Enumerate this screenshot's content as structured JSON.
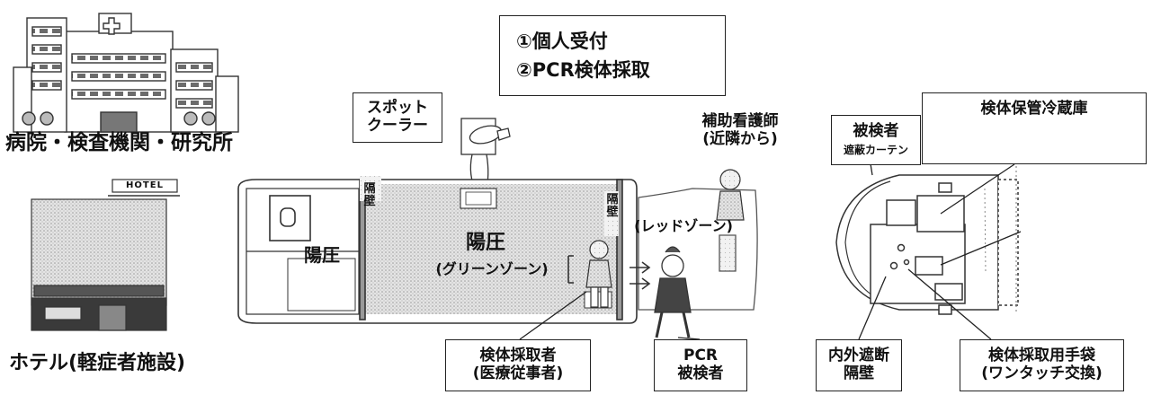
{
  "left": {
    "hospital_label": "病院・検査機関・研究所",
    "hotel_sign": "HOTEL",
    "hotel_label": "ホテル(軽症者施設)"
  },
  "top_box": {
    "line1": "①個人受付",
    "line2": "②PCR検体採取"
  },
  "bus": {
    "spot_cooler": [
      "スポット",
      "クーラー"
    ],
    "partition_1": "隔壁",
    "partition_2": "隔壁",
    "positive_small": "陽圧",
    "positive_main": "陽圧",
    "green_zone": "(グリーンゾーン)",
    "red_zone": "(レッドゾーン)",
    "assistant_nurse": [
      "補助看護師",
      "(近隣から)"
    ],
    "sample_collector": [
      "検体採取者",
      "(医療従事者)"
    ],
    "pcr_examinee": [
      "PCR",
      "被検者"
    ]
  },
  "right": {
    "examinee": "被検者",
    "curtain": "遮蔽カーテン",
    "fridge": "検体保管冷蔵庫",
    "inner_wall": [
      "内外遮断",
      "隔壁"
    ],
    "gloves": [
      "検体採取用手袋",
      "(ワンタッチ交換)"
    ]
  }
}
